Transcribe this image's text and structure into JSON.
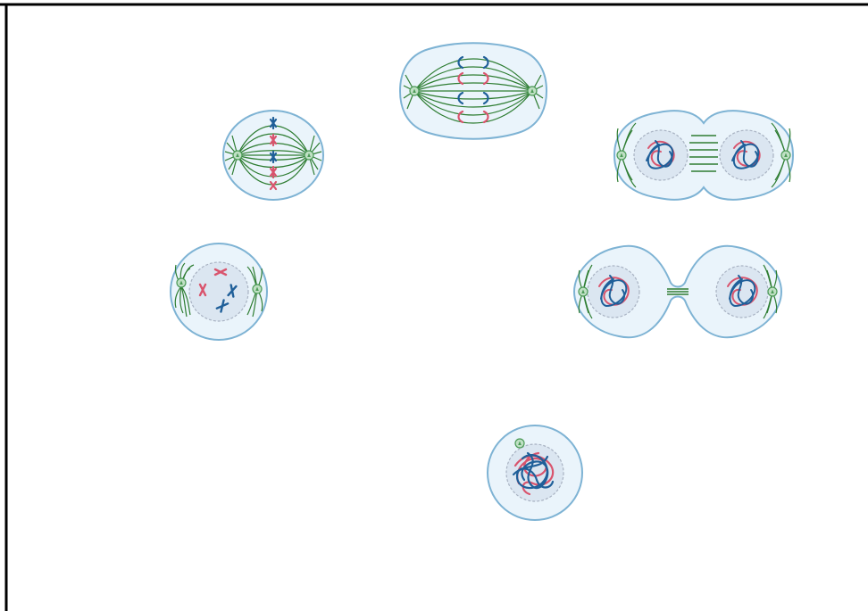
{
  "colors": {
    "cell_fill": "#eaf4fb",
    "cell_stroke": "#7eb3d4",
    "nucleus_fill": "#dbe6f1",
    "nucleus_stroke": "#a8b2c2",
    "spindle": "#2e7d32",
    "centrosome": "#4c9a57",
    "chromosome_maternal": "#1f5f99",
    "chromosome_paternal": "#d9546d",
    "frame_border": "#000000"
  },
  "stages": [
    {
      "name": "interphase-cell",
      "icon": "interphase-cell-icon"
    },
    {
      "name": "prophase-cell",
      "icon": "prophase-cell-icon"
    },
    {
      "name": "metaphase-cell",
      "icon": "metaphase-cell-icon"
    },
    {
      "name": "anaphase-cell",
      "icon": "anaphase-cell-icon"
    },
    {
      "name": "telophase-cell",
      "icon": "telophase-cell-icon"
    },
    {
      "name": "cytokinesis-cell",
      "icon": "cytokinesis-cell-icon"
    }
  ]
}
